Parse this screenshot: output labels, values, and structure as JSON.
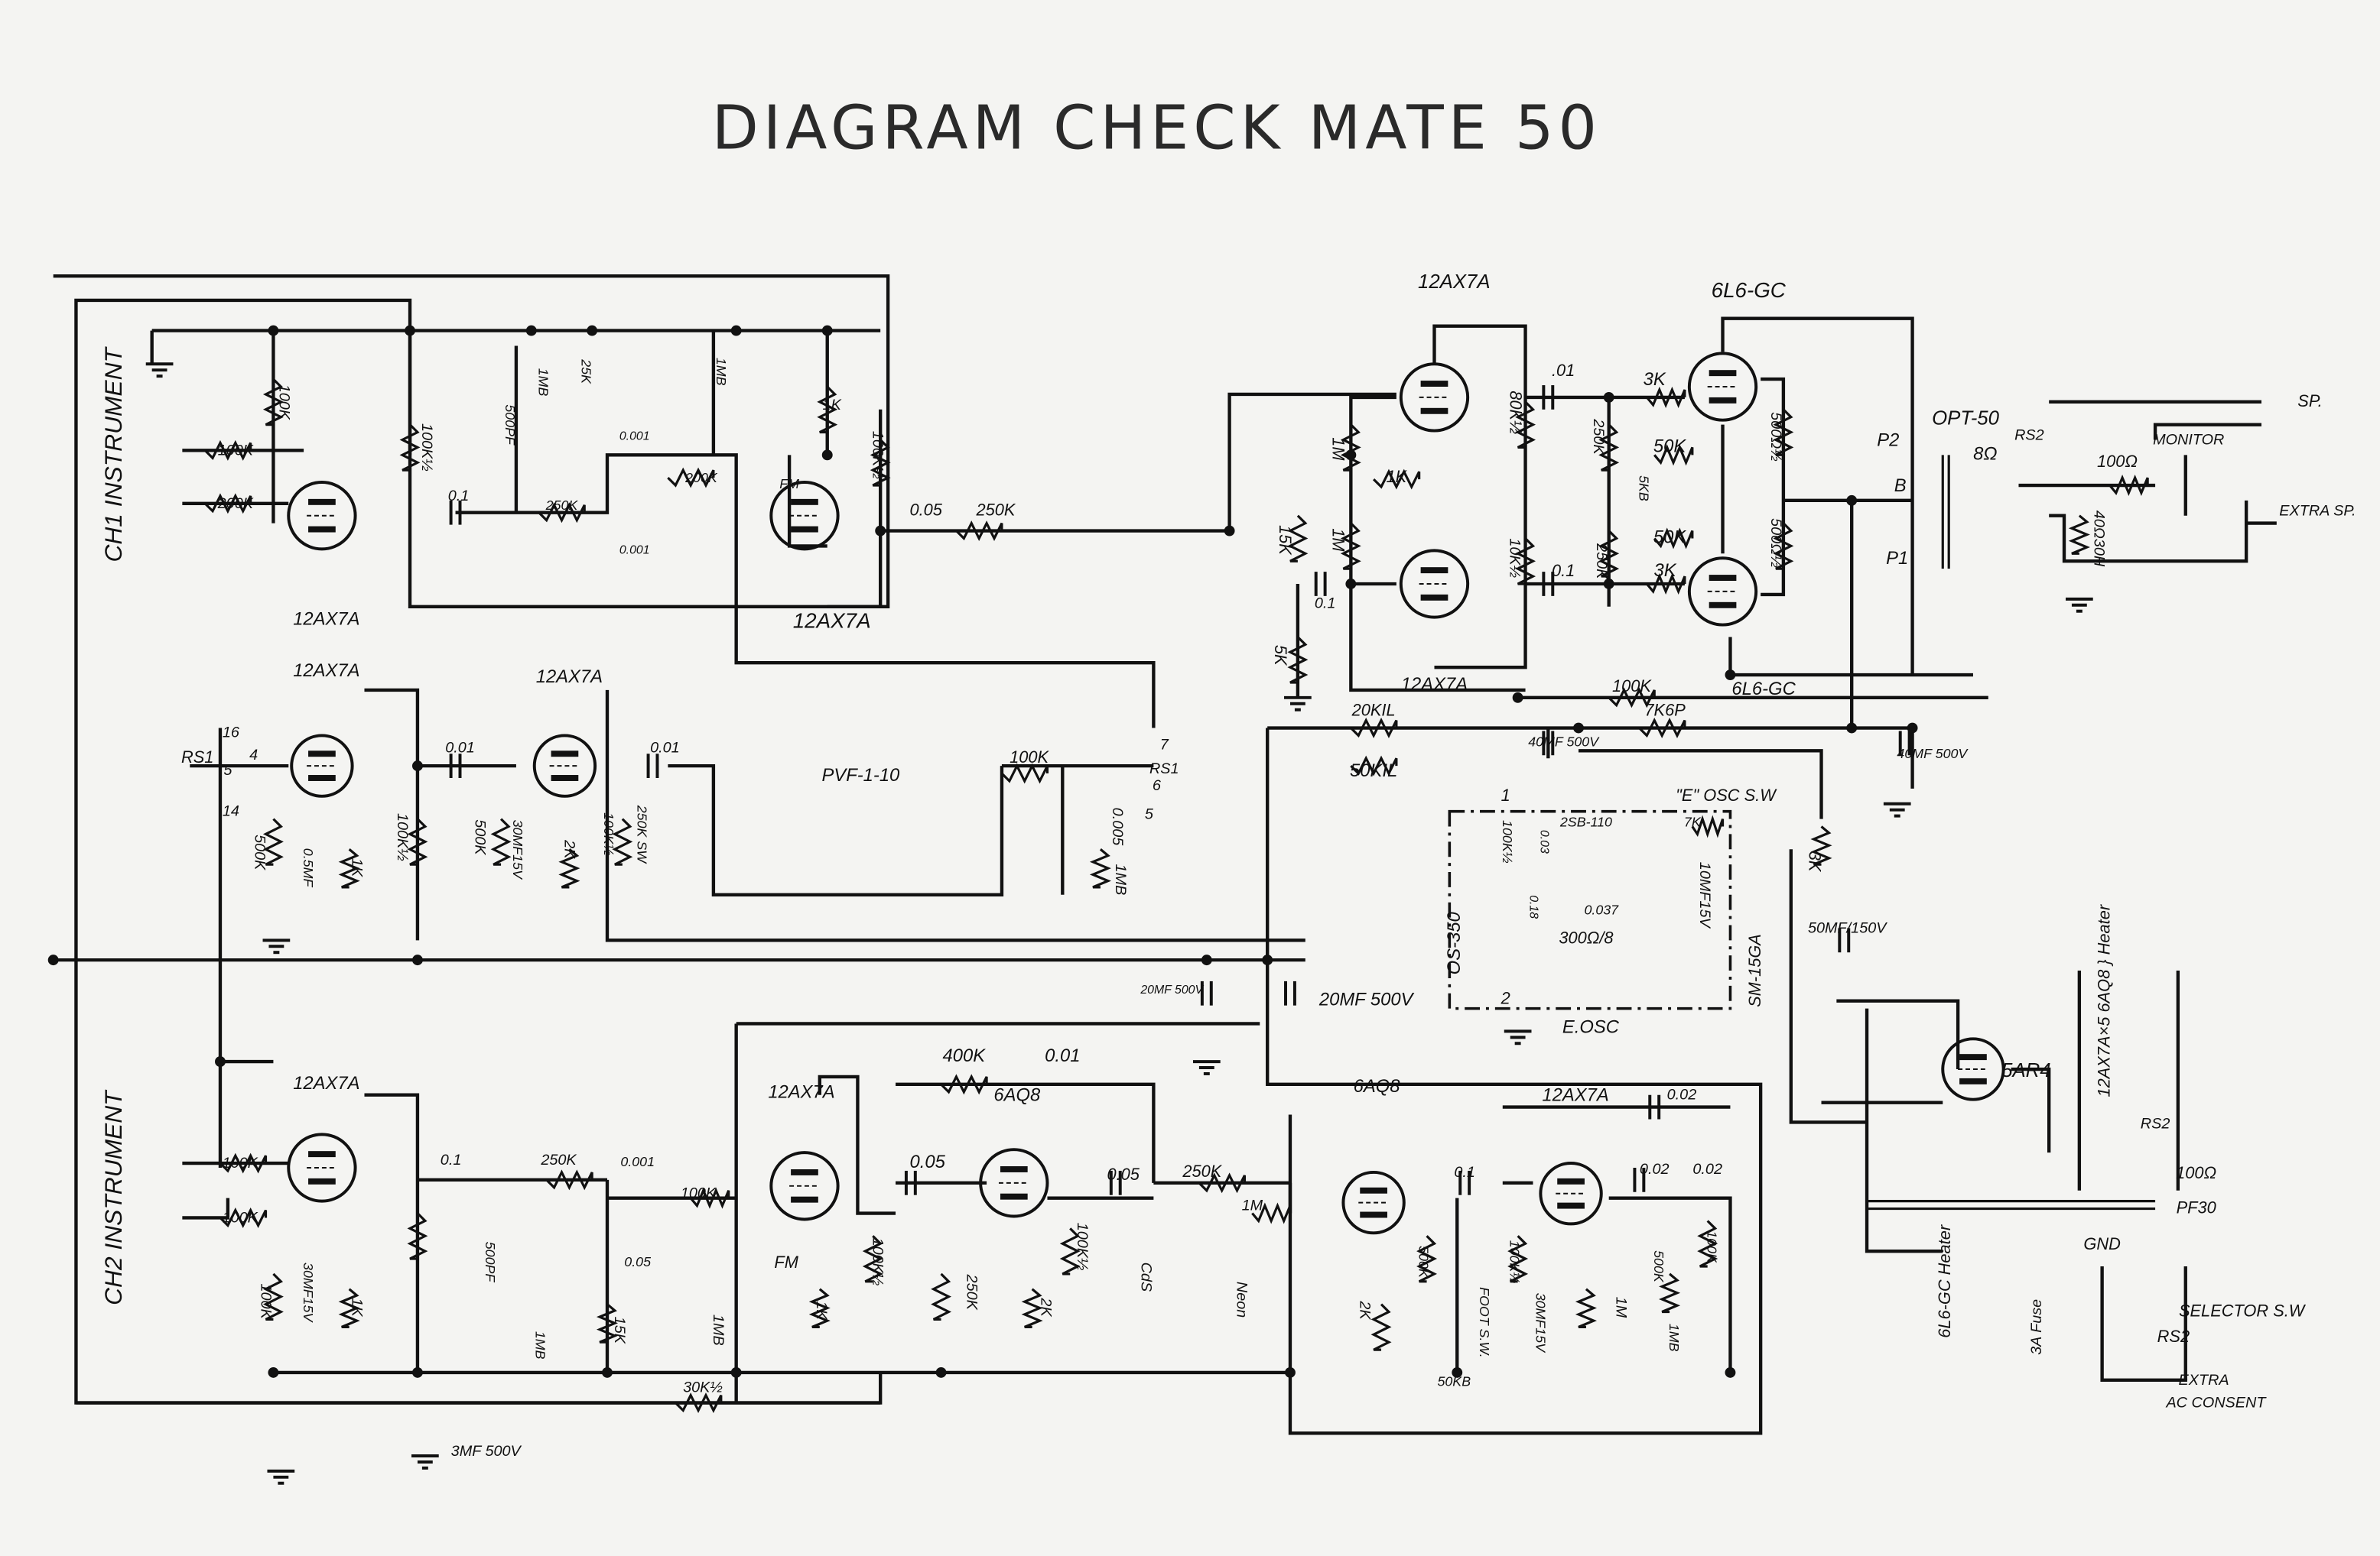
{
  "title": "DIAGRAM  CHECK MATE 50",
  "labels": [
    "CH1 INSTRUMENT",
    "CH2 INSTRUMENT",
    "12AX7A",
    "12AX7A",
    "12AX7A",
    "12AX7A",
    "12AX7A",
    "12AX7A",
    "12AX7A",
    "12AX7A",
    "12AX7A",
    "6L6-GC",
    "6L6-GC",
    "6AQ8",
    "6AQ8",
    "5AR4",
    "100K",
    "200K",
    "100K",
    "100K½",
    "500PF",
    "1MB",
    "25K",
    "0.001",
    "200K",
    "250K",
    "0.001",
    "0.1",
    "1MB",
    "1K",
    "100K½",
    "FM",
    "0.05",
    "250K",
    "1M",
    "1K",
    "1M",
    "15K",
    "0.1",
    "5K",
    "80K½",
    "10K½",
    ".01",
    "0.1",
    "3K",
    "250K",
    "50K",
    "5KB",
    "50K",
    "250K",
    "3K",
    "500Ω½",
    "500Ω½",
    "OPT-50",
    "P2",
    "B",
    "P1",
    "8Ω",
    "RS2",
    "MONITOR",
    "100Ω",
    "40Ω30H",
    "SP.",
    "EXTRA SP.",
    "20KIL",
    "50KIL",
    "100K",
    "7K6P",
    "40MF 500V",
    "40MF 500V",
    "\"E\" OSC  S.W",
    "2SB-110",
    "7K",
    "3K",
    "100K½",
    "0.03",
    "0.037",
    "300Ω/8",
    "10MF15V",
    "0.18",
    "OS-350",
    "E.OSC",
    "1",
    "2",
    "50MF/150V",
    "SM-15GA",
    "RS1",
    "16",
    "4",
    "5",
    "14",
    "500K",
    "0.5MF",
    "1K",
    "0.01",
    "100K½",
    "500K",
    "30MF15V",
    "2K",
    "0.01",
    "100K½",
    "250K SW",
    "PVF-1-10",
    "100K",
    "0.005",
    "1MB",
    "RS1",
    "7",
    "6",
    "5",
    "20MF 500V",
    "20MF 500V",
    "100K",
    "100K",
    "30MF15V",
    "1K",
    "100K",
    "0.1",
    "500PF",
    "250K",
    "0.001",
    "100K",
    "0.05",
    "1MB",
    "15K",
    "1MB",
    "30K½",
    "3MF 500V",
    "FM",
    "1K",
    "100K½",
    "400K",
    "0.01",
    "0.05",
    "250K",
    "2K",
    "100K½",
    "0.05",
    "250K",
    "1M",
    "CdS",
    "Neon",
    "2K",
    "500K",
    "0.1",
    "FOOT S.W.",
    "50KB",
    "100K½",
    "30MF15V",
    "1M",
    "500K",
    "1MB",
    "100K",
    "0.02",
    "0.02",
    "0.02",
    "12AX7A×5  6AQ8 } Heater",
    "100Ω",
    "RS2",
    "PF30",
    "GND",
    "6L6-GC Heater",
    "3A Fuse",
    "SELECTOR S.W",
    "RS2",
    "EXTRA",
    "AC CONSENT"
  ],
  "colors": {
    "ink": "#111111",
    "paper": "#f4f4f2"
  }
}
